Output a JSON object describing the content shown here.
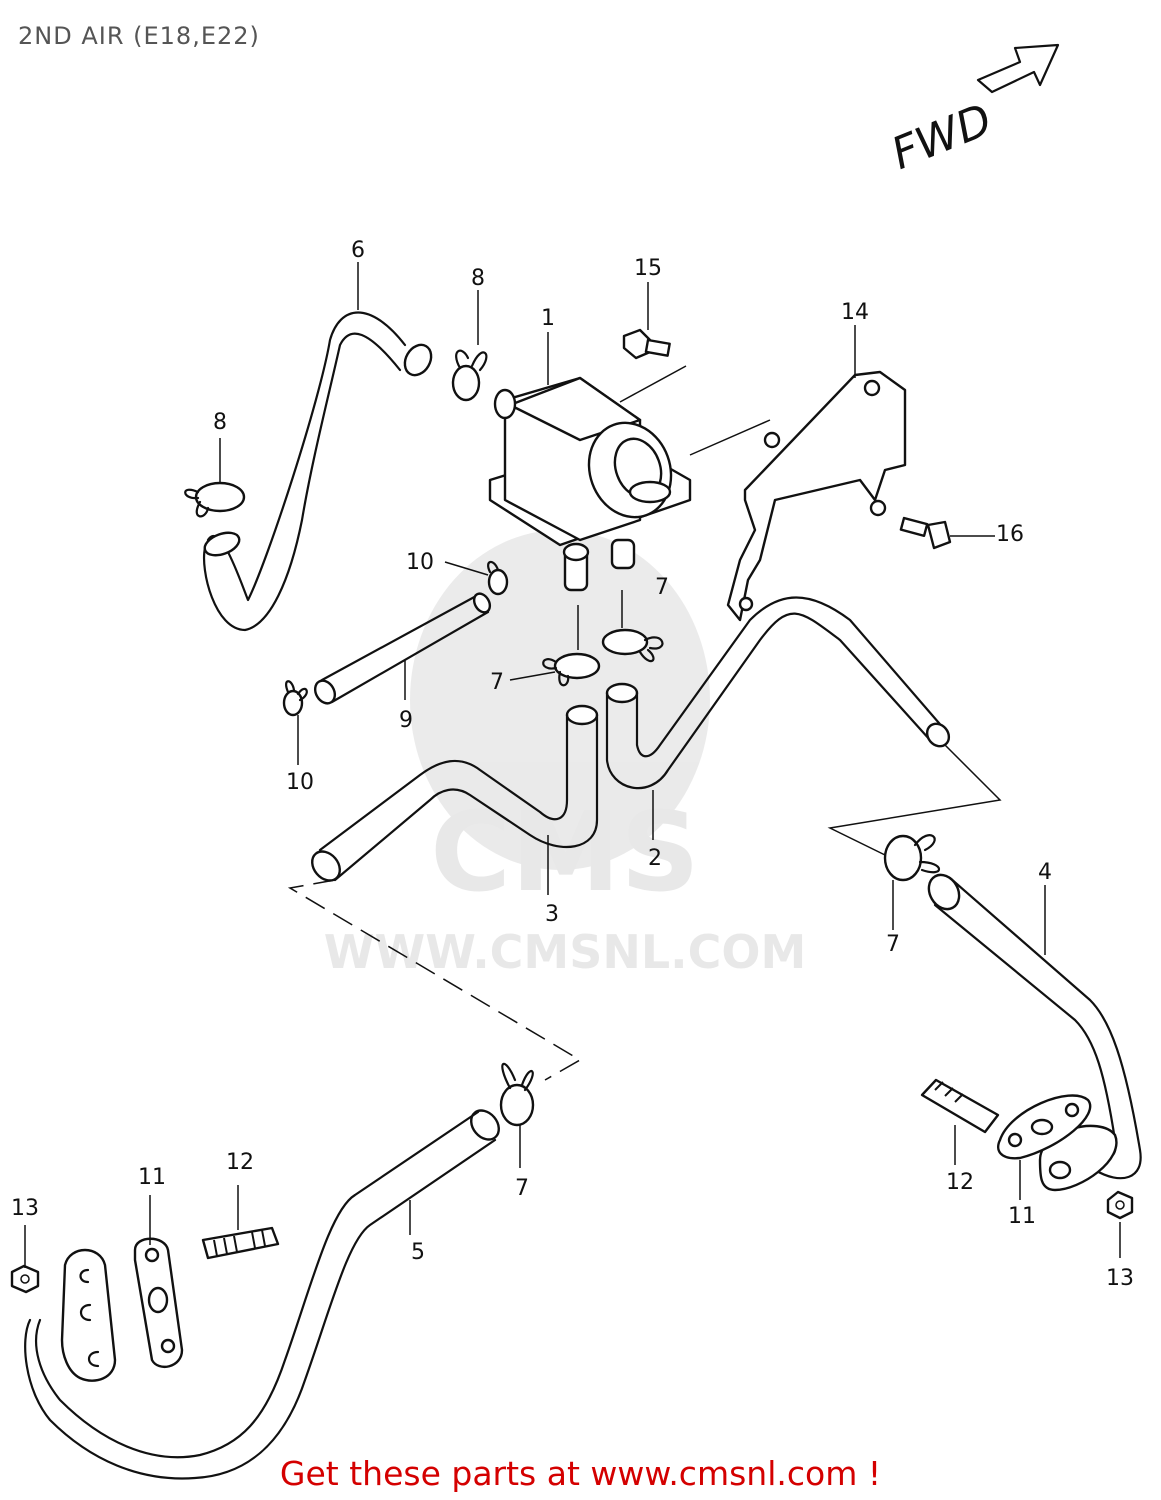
{
  "header": {
    "title": "2ND AIR (E18,E22)"
  },
  "direction": {
    "label": "FWD"
  },
  "watermark": {
    "brand": "CMS",
    "url": "WWW.CMSNL.COM"
  },
  "footer": {
    "cta": "Get these parts at www.cmsnl.com !"
  },
  "callouts": [
    {
      "id": "c1",
      "text": "1"
    },
    {
      "id": "c2",
      "text": "2"
    },
    {
      "id": "c3",
      "text": "3"
    },
    {
      "id": "c4",
      "text": "4"
    },
    {
      "id": "c5",
      "text": "5"
    },
    {
      "id": "c6",
      "text": "6"
    },
    {
      "id": "c7a",
      "text": "7"
    },
    {
      "id": "c7b",
      "text": "7"
    },
    {
      "id": "c7c",
      "text": "7"
    },
    {
      "id": "c7d",
      "text": "7"
    },
    {
      "id": "c8a",
      "text": "8"
    },
    {
      "id": "c8b",
      "text": "8"
    },
    {
      "id": "c9",
      "text": "9"
    },
    {
      "id": "c10a",
      "text": "10"
    },
    {
      "id": "c10b",
      "text": "10"
    },
    {
      "id": "c11a",
      "text": "11"
    },
    {
      "id": "c11b",
      "text": "11"
    },
    {
      "id": "c12a",
      "text": "12"
    },
    {
      "id": "c12b",
      "text": "12"
    },
    {
      "id": "c13a",
      "text": "13"
    },
    {
      "id": "c13b",
      "text": "13"
    },
    {
      "id": "c14",
      "text": "14"
    },
    {
      "id": "c15",
      "text": "15"
    },
    {
      "id": "c16",
      "text": "16"
    }
  ]
}
